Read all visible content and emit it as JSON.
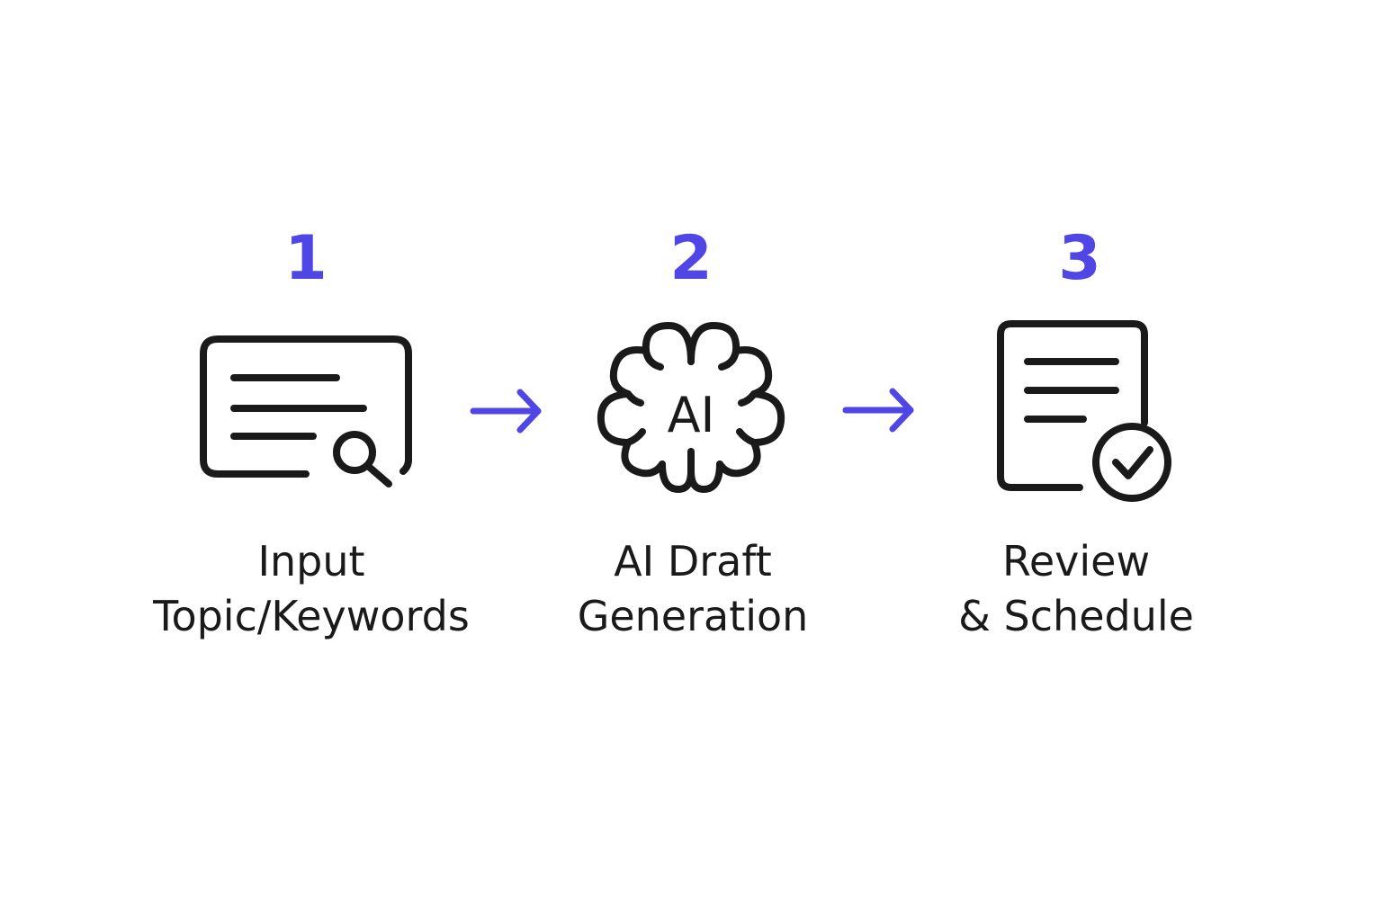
{
  "colors": {
    "accent": "#4f46e5",
    "icon_stroke": "#1a1a1a",
    "background": "#ffffff"
  },
  "steps": [
    {
      "number": "1",
      "label_line1": "Input",
      "label_line2": "Topic/Keywords",
      "icon": "document-search-icon"
    },
    {
      "number": "2",
      "label_line1": "AI Draft",
      "label_line2": "Generation",
      "icon": "ai-brain-icon",
      "icon_text": "AI"
    },
    {
      "number": "3",
      "label_line1": "Review",
      "label_line2": "& Schedule",
      "icon": "document-check-icon"
    }
  ],
  "connectors": [
    "arrow-right-icon",
    "arrow-right-icon"
  ]
}
